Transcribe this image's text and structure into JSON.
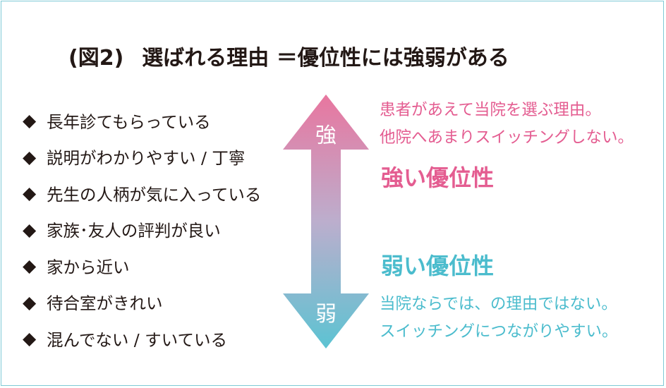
{
  "title": {
    "figure": "(図2)",
    "main": "選ばれる理由 ＝優位性には強弱がある"
  },
  "list": {
    "bullet": "◆",
    "items": [
      "長年診てもらっている",
      "説明がわかりやすい / 丁寧",
      "先生の人柄が気に入っている",
      "家族･友人の評判が良い",
      "家から近い",
      "待合室がきれい",
      "混んでない / すいている"
    ]
  },
  "arrow": {
    "top_label": "強",
    "bottom_label": "弱",
    "color_top": "#e8769f",
    "color_bottom": "#5cc3d2"
  },
  "strong": {
    "line1": "患者があえて当院を選ぶ理由。",
    "line2": "他院へあまりスイッチングしない。",
    "heading": "強い優位性",
    "color": "#e45d91"
  },
  "weak": {
    "heading": "弱い優位性",
    "line1": "当院ならでは、の理由ではない。",
    "line2": "スイッチングにつながりやすい。",
    "color": "#4bbccd"
  }
}
